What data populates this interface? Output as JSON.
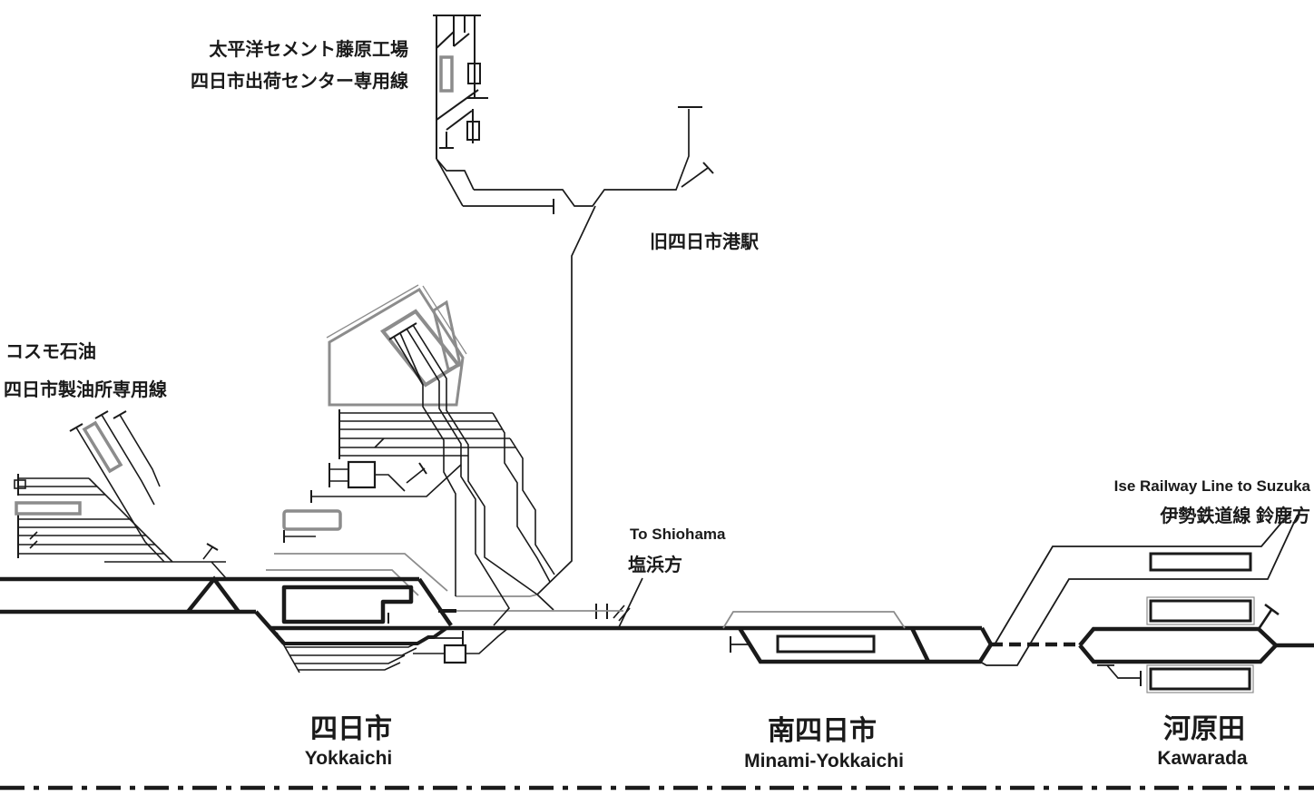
{
  "diagram": {
    "title_meaning": "Track layout diagram of the Yokkaichi area (Kansai Main Line)",
    "colors": {
      "track_black": "#1a1a1a",
      "track_gray": "#8c8c8c",
      "background": "#ffffff"
    },
    "annotations": {
      "taiheiyo_line1": "太平洋セメント藤原工場",
      "taiheiyo_line2": "四日市出荷センター専用線",
      "old_port_station": "旧四日市港駅",
      "cosmo_line1": "コスモ石油",
      "cosmo_line2": "四日市製油所専用線",
      "to_shiohama_en": "To Shiohama",
      "to_shiohama_ja": "塩浜方",
      "ise_railway_en": "Ise Railway Line to Suzuka",
      "ise_railway_ja": "伊勢鉄道線 鈴鹿方"
    },
    "stations": [
      {
        "name_ja": "四日市",
        "name_en": "Yokkaichi"
      },
      {
        "name_ja": "南四日市",
        "name_en": "Minami-Yokkaichi"
      },
      {
        "name_ja": "河原田",
        "name_en": "Kawarada"
      }
    ]
  }
}
